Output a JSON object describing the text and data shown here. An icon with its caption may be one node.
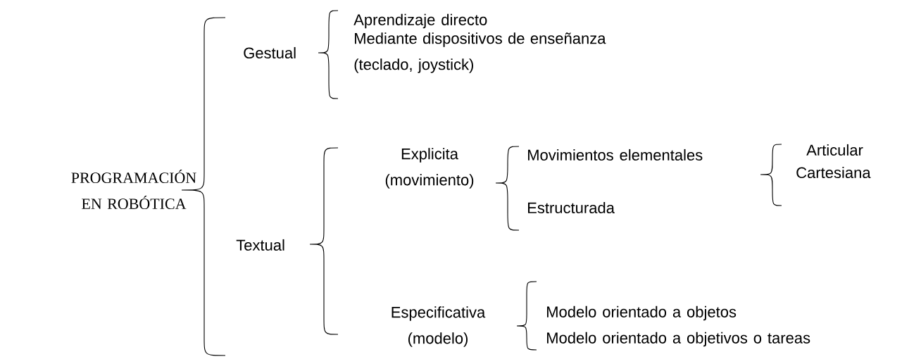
{
  "diagram": {
    "labels": [
      "PROGRAMACIÓN EN ROBÓTICA",
      "Gestual",
      "Aprendizaje directo",
      "Mediante dispositivos de enseñanza (teclado, joystick)",
      "Textual",
      "Explicita (movimiento)",
      "Movimientos elementales",
      "Articular",
      "Cartesiana",
      "Estructurada",
      "Especificativa (modelo)",
      "Modelo orientado a objetos",
      "Modelo orientado a objetivos o tareas"
    ]
  }
}
